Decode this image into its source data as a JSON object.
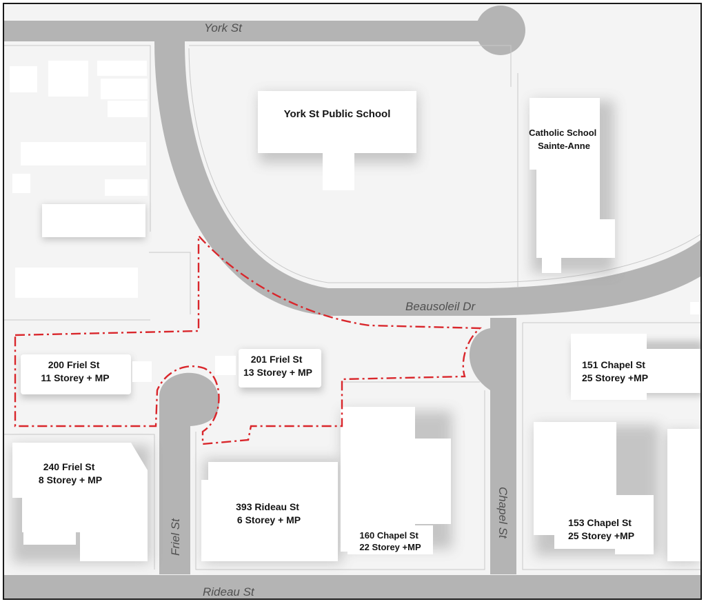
{
  "map": {
    "streets": {
      "york": "York St",
      "beausoleil": "Beausoleil Dr",
      "friel": "Friel St",
      "chapel": "Chapel St",
      "rideau": "Rideau St"
    },
    "buildings": [
      {
        "id": "york-st-public-school",
        "lines": [
          "York St Public School"
        ]
      },
      {
        "id": "catholic-school-sainte-anne",
        "lines": [
          "Catholic School",
          "Sainte-Anne"
        ]
      },
      {
        "id": "200-friel",
        "lines": [
          "200 Friel St",
          "11 Storey + MP"
        ]
      },
      {
        "id": "201-friel",
        "lines": [
          "201 Friel St",
          "13 Storey + MP"
        ]
      },
      {
        "id": "151-chapel",
        "lines": [
          "151 Chapel St",
          "25 Storey +MP"
        ]
      },
      {
        "id": "240-friel",
        "lines": [
          "240 Friel St",
          "8 Storey + MP"
        ]
      },
      {
        "id": "393-rideau",
        "lines": [
          "393 Rideau St",
          "6 Storey + MP"
        ]
      },
      {
        "id": "160-chapel",
        "lines": [
          "160 Chapel St",
          "22 Storey +MP"
        ]
      },
      {
        "id": "153-chapel",
        "lines": [
          "153 Chapel St",
          "25 Storey +MP"
        ]
      }
    ],
    "colors": {
      "road": "#b4b4b4",
      "ground": "#f4f4f4",
      "building": "#ffffff",
      "site_boundary": "#d9262b"
    }
  }
}
